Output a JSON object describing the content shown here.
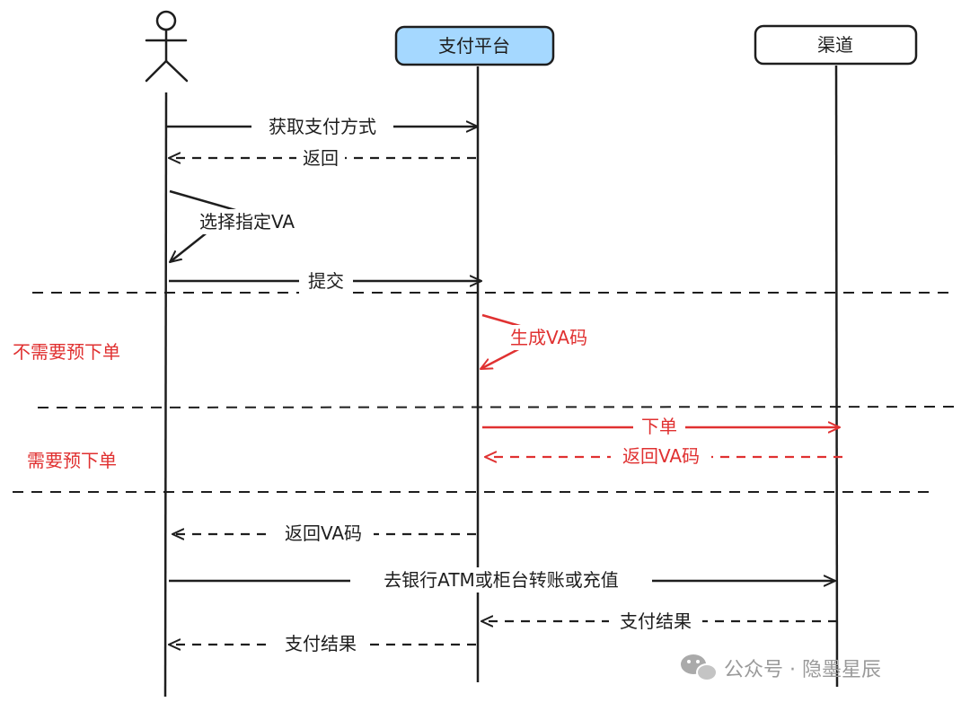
{
  "actor": {
    "icon": "stick-figure-icon"
  },
  "participants": {
    "platform": {
      "label": "支付平台",
      "fill": "#a5d8ff"
    },
    "channel": {
      "label": "渠道",
      "fill": "#ffffff"
    }
  },
  "messages": {
    "m1": "获取支付方式",
    "m2": "返回",
    "m3": "选择指定VA",
    "m4": "提交",
    "m5": "生成VA码",
    "m6": "下单",
    "m7": "返回VA码",
    "m8": "返回VA码",
    "m9": "去银行ATM或柜台转账或充值",
    "m10": "支付结果",
    "m11": "支付结果"
  },
  "sections": {
    "no_preorder": "不需要预下单",
    "need_preorder": "需要预下单"
  },
  "watermark": {
    "icon": "wechat-icon",
    "text": "公众号 · 隐墨星辰"
  },
  "colors": {
    "ink": "#1e1e1e",
    "red": "#e03131",
    "platform_fill": "#a5d8ff",
    "watermark": "#9a9a9a"
  }
}
